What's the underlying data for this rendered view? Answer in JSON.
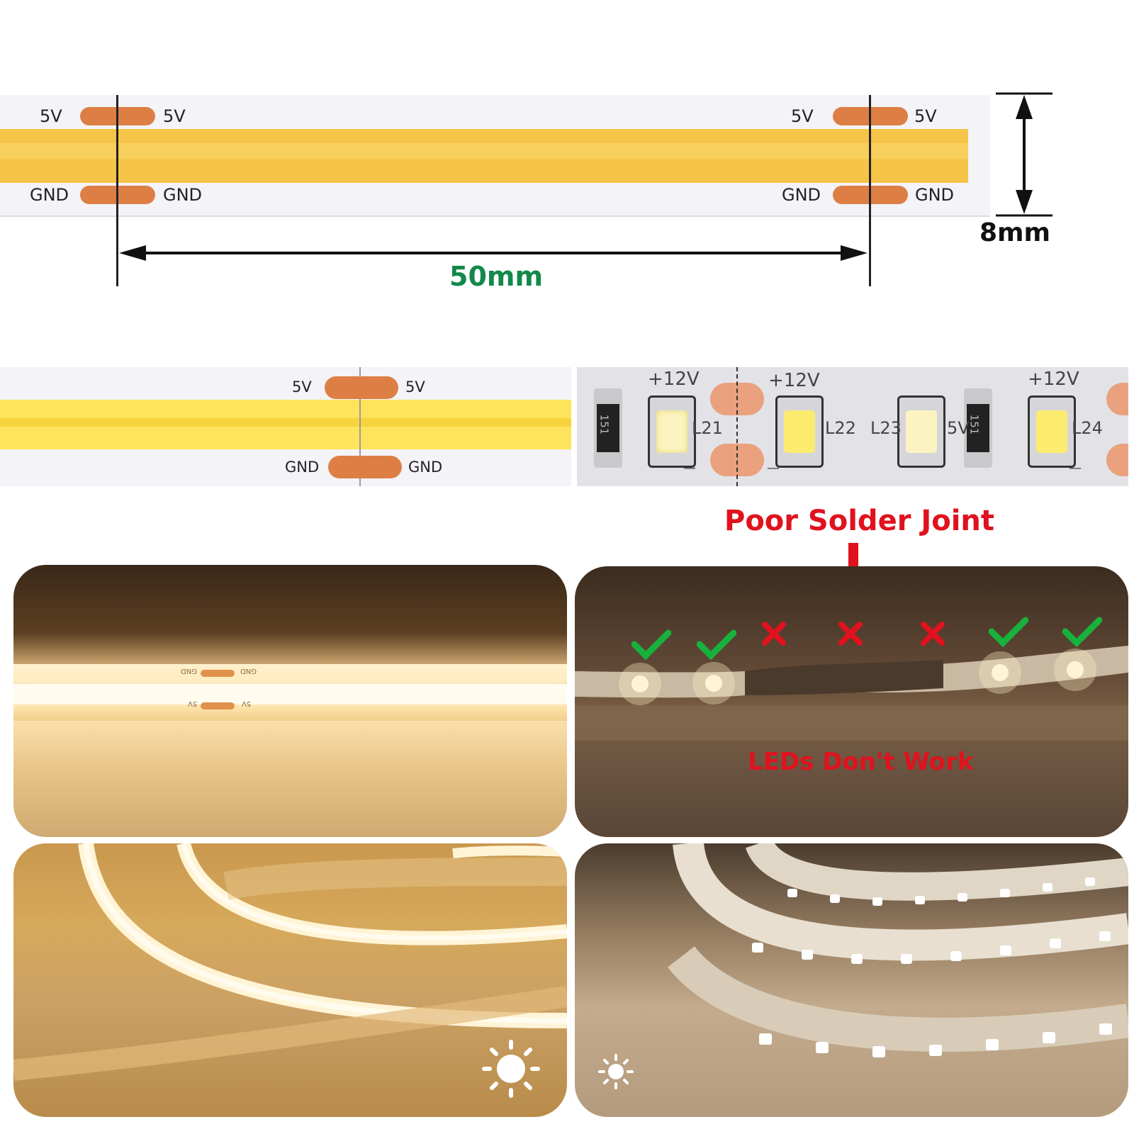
{
  "colors": {
    "strip_yellow": "#f6c548",
    "strip_yellow_light": "#fde45a",
    "pad_copper": "#dd7f45",
    "pcb_white": "#f4f3f7",
    "dimension_green": "#12894a",
    "warning_red": "#e0121e",
    "check_green": "#18b13c"
  },
  "top_strip": {
    "v5": "5V",
    "gnd": "GND",
    "width_label": "8mm",
    "cut_distance_label": "50mm"
  },
  "cob_closeup": {
    "v5": "5V",
    "gnd": "GND"
  },
  "smd_closeup": {
    "plus12v": "+12V",
    "l21": "L21",
    "l22": "L22",
    "l23": "L23",
    "l24": "L24",
    "v5": "5V",
    "resistor_code": "151",
    "minus": "—"
  },
  "solder_panel": {
    "title": "Poor Solder Joint",
    "caption": "LEDs Don't Work"
  },
  "lit_cob_panel": {
    "gnd": "GND",
    "v5": "5V"
  },
  "icons": [
    "sun-icon-large",
    "sun-icon-small",
    "check-icon",
    "cross-icon",
    "down-arrow-icon"
  ]
}
